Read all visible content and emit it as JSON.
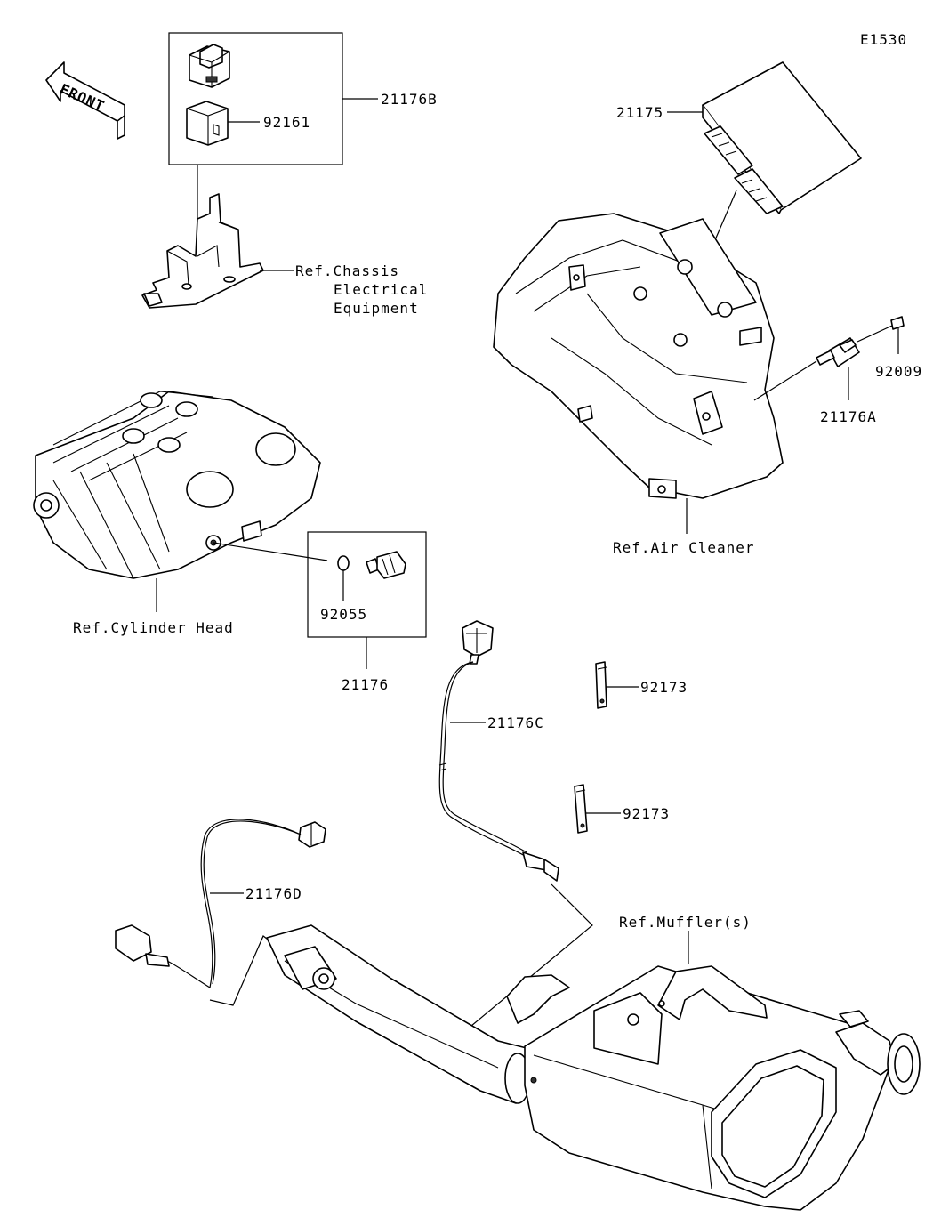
{
  "diagram_id": "E1530",
  "front_label": "FRONT",
  "labels": {
    "p21176B": "21176B",
    "p92161": "92161",
    "p21175": "21175",
    "ref_chassis_1": "Ref.Chassis",
    "ref_chassis_2": "Electrical",
    "ref_chassis_3": "Equipment",
    "p92009": "92009",
    "p21176A": "21176A",
    "ref_air_cleaner": "Ref.Air Cleaner",
    "ref_cylinder_head": "Ref.Cylinder Head",
    "p92055": "92055",
    "p21176": "21176",
    "p21176C": "21176C",
    "p92173_a": "92173",
    "p92173_b": "92173",
    "p21176D": "21176D",
    "ref_muffler": "Ref.Muffler(s)"
  }
}
